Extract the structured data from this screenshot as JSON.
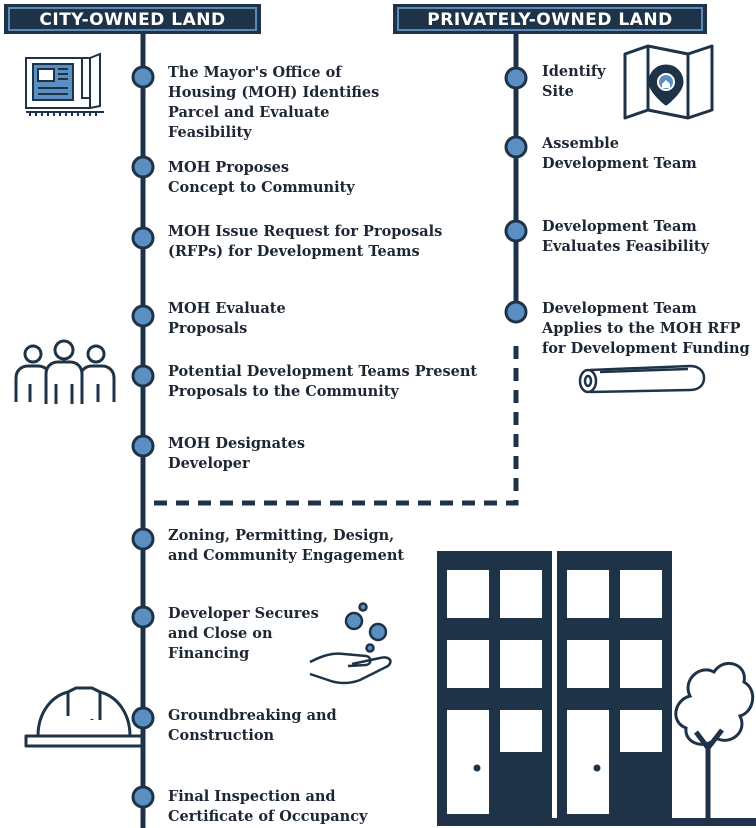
{
  "headers": {
    "city": "CITY-OWNED LAND",
    "private": "PRIVATELY-OWNED LAND"
  },
  "city_steps": [
    [
      "The Mayor's Office of",
      "Housing (MOH) Identifies",
      "Parcel and Evaluate",
      "Feasibility"
    ],
    [
      "MOH Proposes",
      "Concept to Community"
    ],
    [
      "MOH Issue Request for Proposals",
      "(RFPs) for Development Teams"
    ],
    [
      "MOH Evaluate",
      "Proposals"
    ],
    [
      "Potential Development Teams Present",
      "Proposals to the Community"
    ],
    [
      "MOH Designates",
      "Developer"
    ]
  ],
  "private_steps": [
    [
      "Identify",
      "Site"
    ],
    [
      "Assemble",
      "Development Team"
    ],
    [
      "Development Team",
      "Evaluates Feasibility"
    ],
    [
      "Development Team",
      "Applies to the MOH RFP",
      "for Development Funding"
    ]
  ],
  "shared_steps": [
    [
      "Zoning, Permitting, Design,",
      "and Community Engagement"
    ],
    [
      "Developer Secures",
      "and Close on",
      "Financing"
    ],
    [
      "Groundbreaking and",
      "Construction"
    ],
    [
      "Final Inspection and",
      "Certificate of Occupancy"
    ]
  ],
  "colors": {
    "navy": "#1e3347",
    "node_fill": "#5b8fc2",
    "accent": "#5a8ab8"
  },
  "icons": [
    "blueprint-icon",
    "map-icon",
    "people-icon",
    "scroll-icon",
    "coins-hand-icon",
    "hard-hat-icon",
    "building-icon",
    "tree-icon"
  ]
}
